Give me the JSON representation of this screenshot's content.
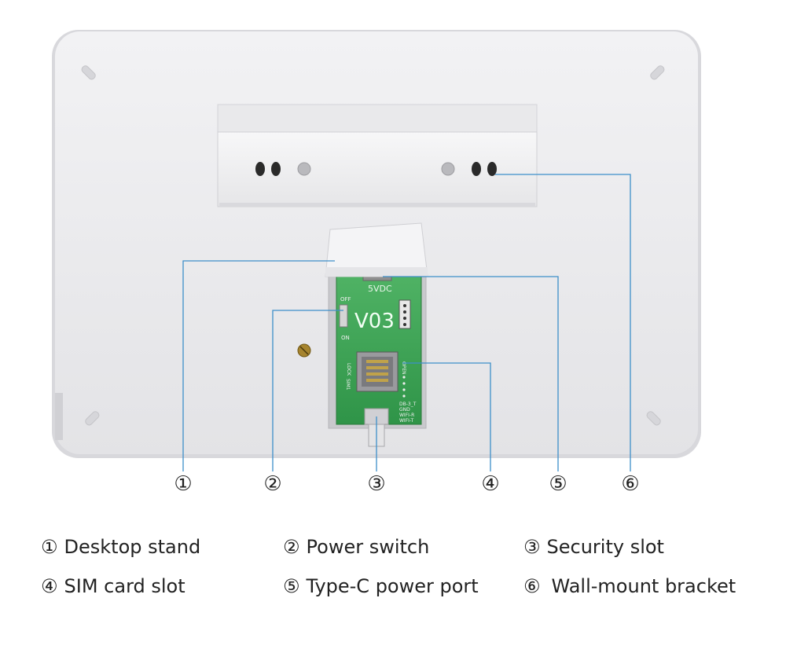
{
  "device": {
    "board_version": "V03",
    "power_label": "5VDC",
    "switch_off_label": "OFF",
    "switch_on_label": "ON",
    "lock_label": "LOCK",
    "sim_label": "SIM1",
    "open_label": "OPEN",
    "pin_labels": [
      "DB-3_T",
      "GND",
      "WIFI-R",
      "WIFI-T"
    ]
  },
  "colors": {
    "callout_line": "#3d8fc9",
    "case": "#eaeaec",
    "pcb": "#3aa153"
  },
  "callouts": [
    {
      "mark": "①",
      "label": "Desktop stand"
    },
    {
      "mark": "②",
      "label": "Power switch"
    },
    {
      "mark": "③",
      "label": "Security slot"
    },
    {
      "mark": "④",
      "label": "SIM card slot"
    },
    {
      "mark": "⑤",
      "label": "Type-C power port"
    },
    {
      "mark": "⑥",
      "label": "Wall-mount bracket"
    }
  ]
}
